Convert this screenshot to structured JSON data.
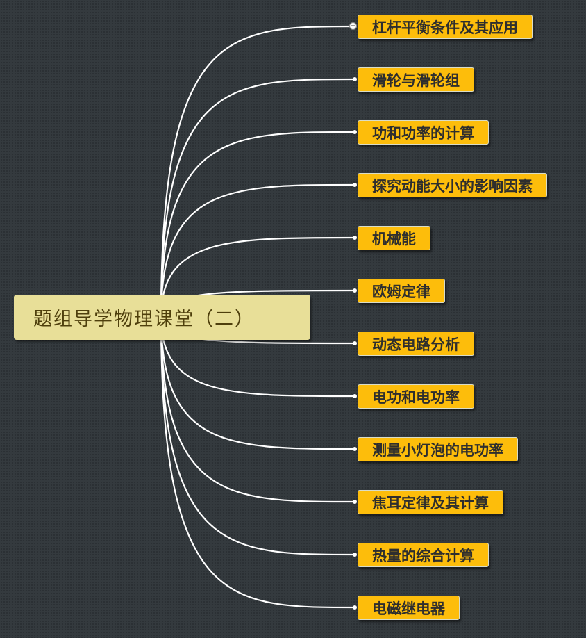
{
  "root": {
    "label": "题组导学物理课堂（二）"
  },
  "topics": [
    {
      "label": "杠杆平衡条件及其应用"
    },
    {
      "label": "滑轮与滑轮组"
    },
    {
      "label": "功和功率的计算"
    },
    {
      "label": "探究动能大小的影响因素"
    },
    {
      "label": "机械能"
    },
    {
      "label": "欧姆定律"
    },
    {
      "label": "动态电路分析"
    },
    {
      "label": "电功和电功率"
    },
    {
      "label": "测量小灯泡的电功率"
    },
    {
      "label": "焦耳定律及其计算"
    },
    {
      "label": "热量的综合计算"
    },
    {
      "label": "电磁继电器"
    }
  ],
  "colors": {
    "background": "#343a3e",
    "root": "#e8df98",
    "topic": "#fdbd0b",
    "line": "#ffffff"
  }
}
